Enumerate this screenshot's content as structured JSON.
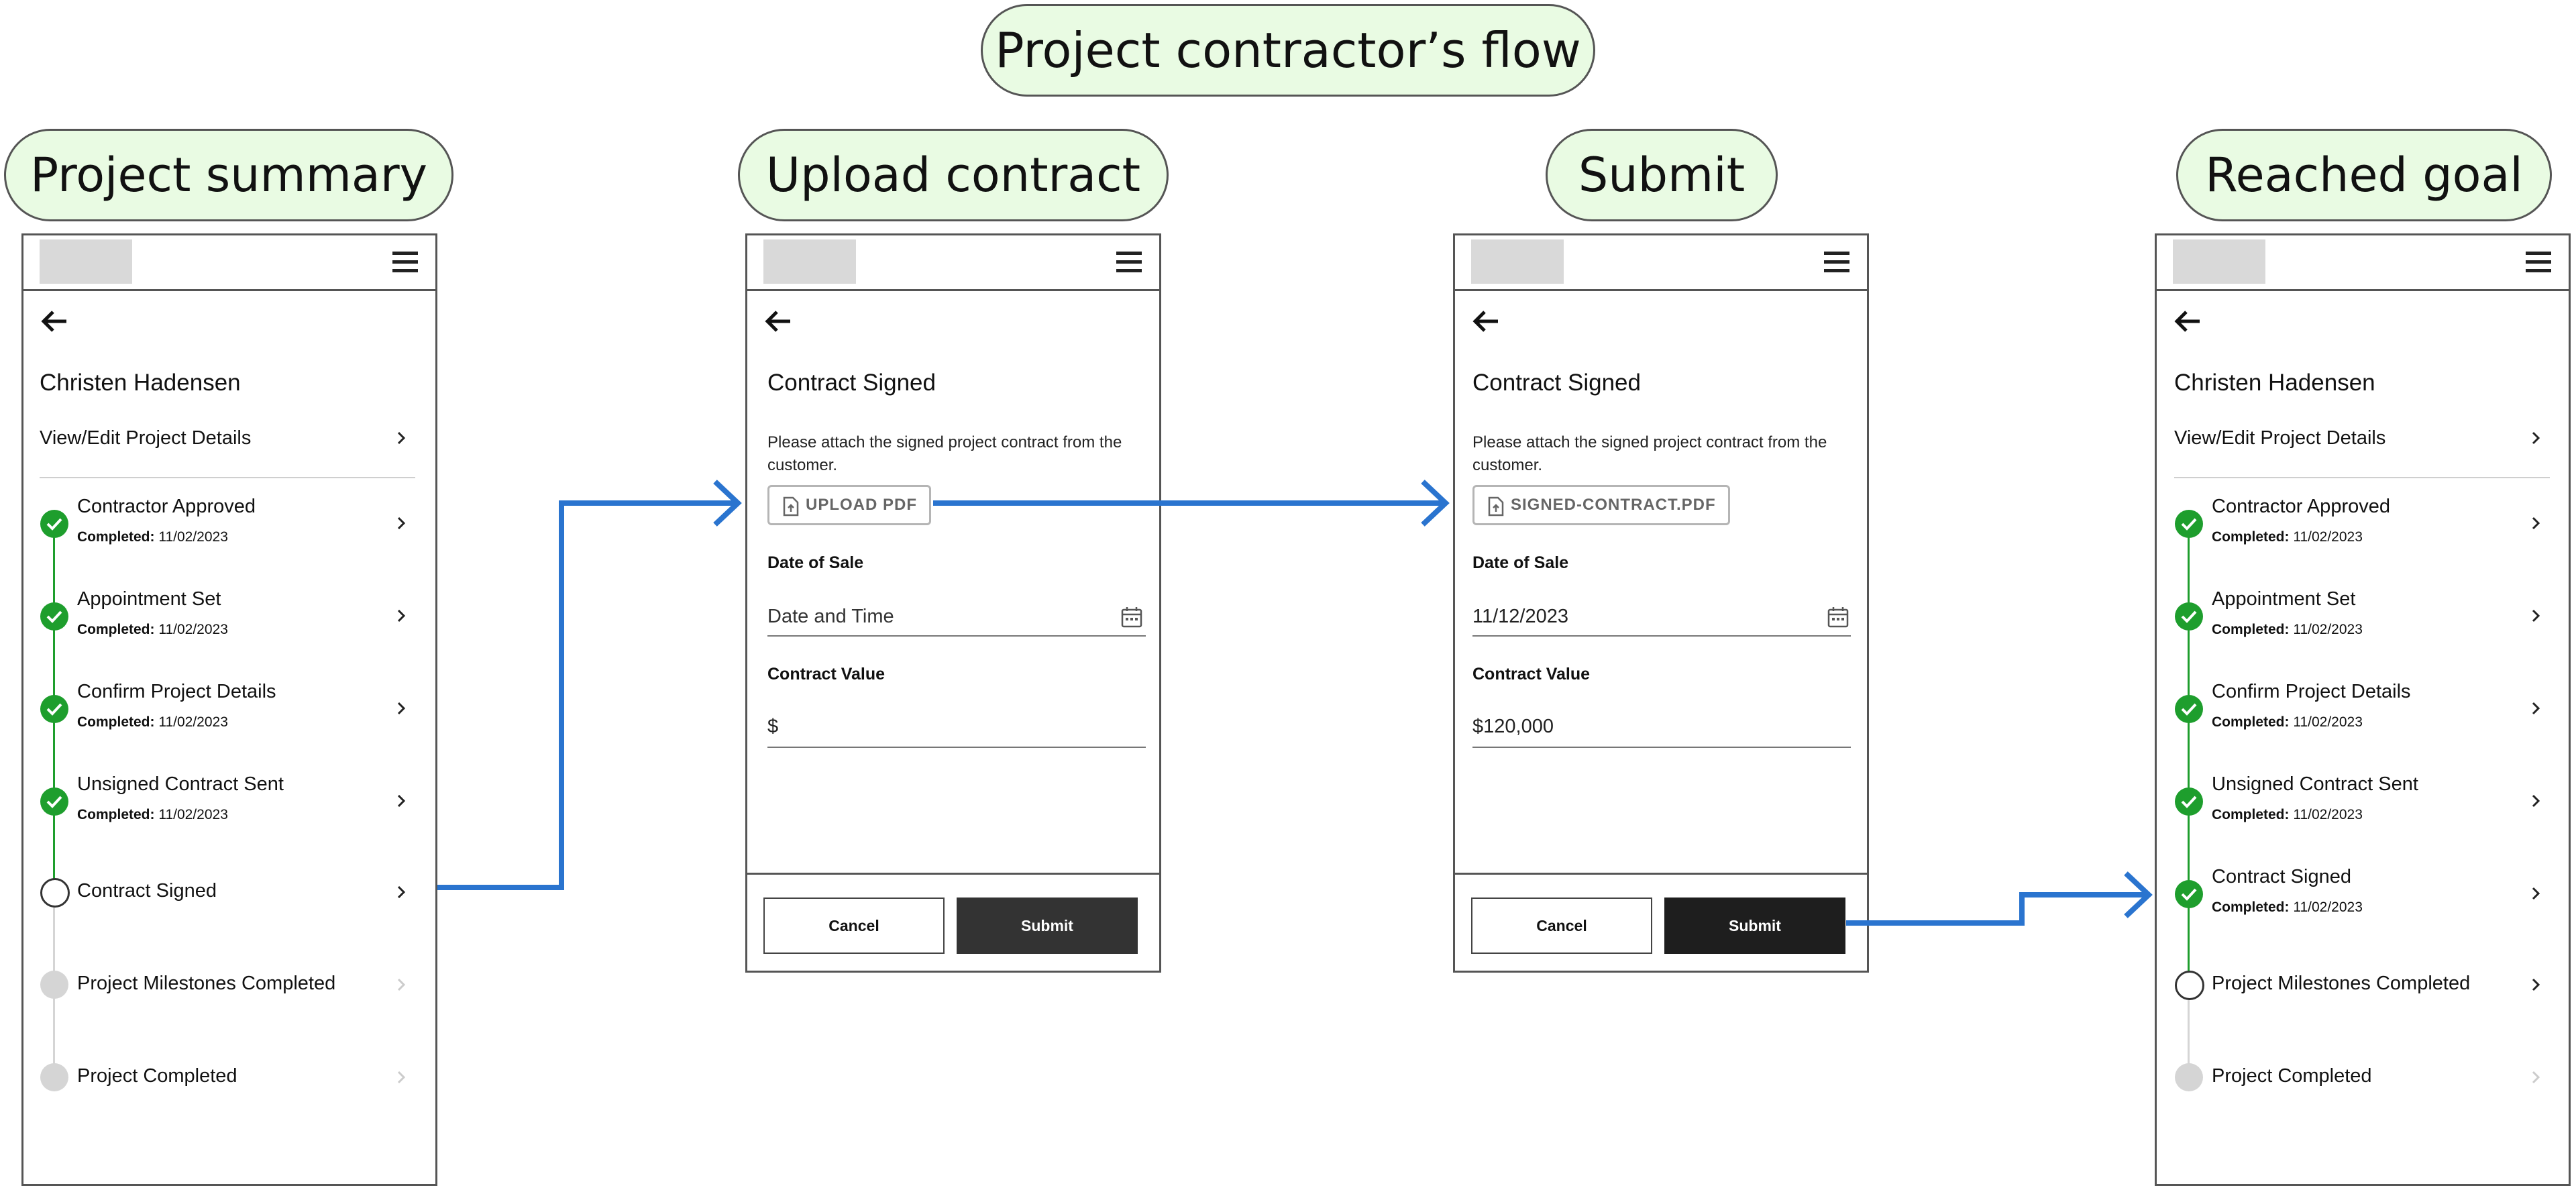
{
  "title": "Project contractor’s flow",
  "colors": {
    "pill_fill": "#e9fbe3",
    "arrow": "#2a74cf",
    "check_green": "#1e9e2d",
    "pending_gray": "#d5d5d5",
    "submit_dark": "#333333",
    "submit_active": "#1e1e1e"
  },
  "stages": [
    {
      "label": "Project summary"
    },
    {
      "label": "Upload contract"
    },
    {
      "label": "Submit"
    },
    {
      "label": "Reached goal"
    }
  ],
  "summary": {
    "name": "Christen Hadensen",
    "details_link": "View/Edit Project Details",
    "steps": [
      {
        "label": "Contractor Approved",
        "completed_prefix": "Completed:",
        "date": "11/02/2023",
        "state": "done"
      },
      {
        "label": "Appointment Set",
        "completed_prefix": "Completed:",
        "date": "11/02/2023",
        "state": "done"
      },
      {
        "label": "Confirm Project Details",
        "completed_prefix": "Completed:",
        "date": "11/02/2023",
        "state": "done"
      },
      {
        "label": "Unsigned Contract Sent",
        "completed_prefix": "Completed:",
        "date": "11/02/2023",
        "state": "done"
      },
      {
        "label": "Contract Signed",
        "state": "current"
      },
      {
        "label": "Project Milestones Completed",
        "state": "pending"
      },
      {
        "label": "Project Completed",
        "state": "pending"
      }
    ]
  },
  "upload": {
    "title": "Contract Signed",
    "description": "Please attach the signed project contract from the customer.",
    "file_button": "UPLOAD PDF",
    "date_label": "Date of Sale",
    "date_placeholder": "Date and Time",
    "value_label": "Contract Value",
    "value_placeholder": "$",
    "cancel": "Cancel",
    "submit": "Submit"
  },
  "submit_screen": {
    "title": "Contract Signed",
    "description": "Please attach the signed project contract from the customer.",
    "file_button": "SIGNED-CONTRACT.PDF",
    "date_label": "Date of Sale",
    "date_value": "11/12/2023",
    "value_label": "Contract Value",
    "value_value": "$120,000",
    "cancel": "Cancel",
    "submit": "Submit"
  },
  "goal": {
    "name": "Christen Hadensen",
    "details_link": "View/Edit Project Details",
    "steps": [
      {
        "label": "Contractor Approved",
        "completed_prefix": "Completed:",
        "date": "11/02/2023",
        "state": "done"
      },
      {
        "label": "Appointment Set",
        "completed_prefix": "Completed:",
        "date": "11/02/2023",
        "state": "done"
      },
      {
        "label": "Confirm Project Details",
        "completed_prefix": "Completed:",
        "date": "11/02/2023",
        "state": "done"
      },
      {
        "label": "Unsigned Contract Sent",
        "completed_prefix": "Completed:",
        "date": "11/02/2023",
        "state": "done"
      },
      {
        "label": "Contract Signed",
        "completed_prefix": "Completed:",
        "date": "11/02/2023",
        "state": "done"
      },
      {
        "label": "Project Milestones Completed",
        "state": "current"
      },
      {
        "label": "Project Completed",
        "state": "pending"
      }
    ]
  }
}
